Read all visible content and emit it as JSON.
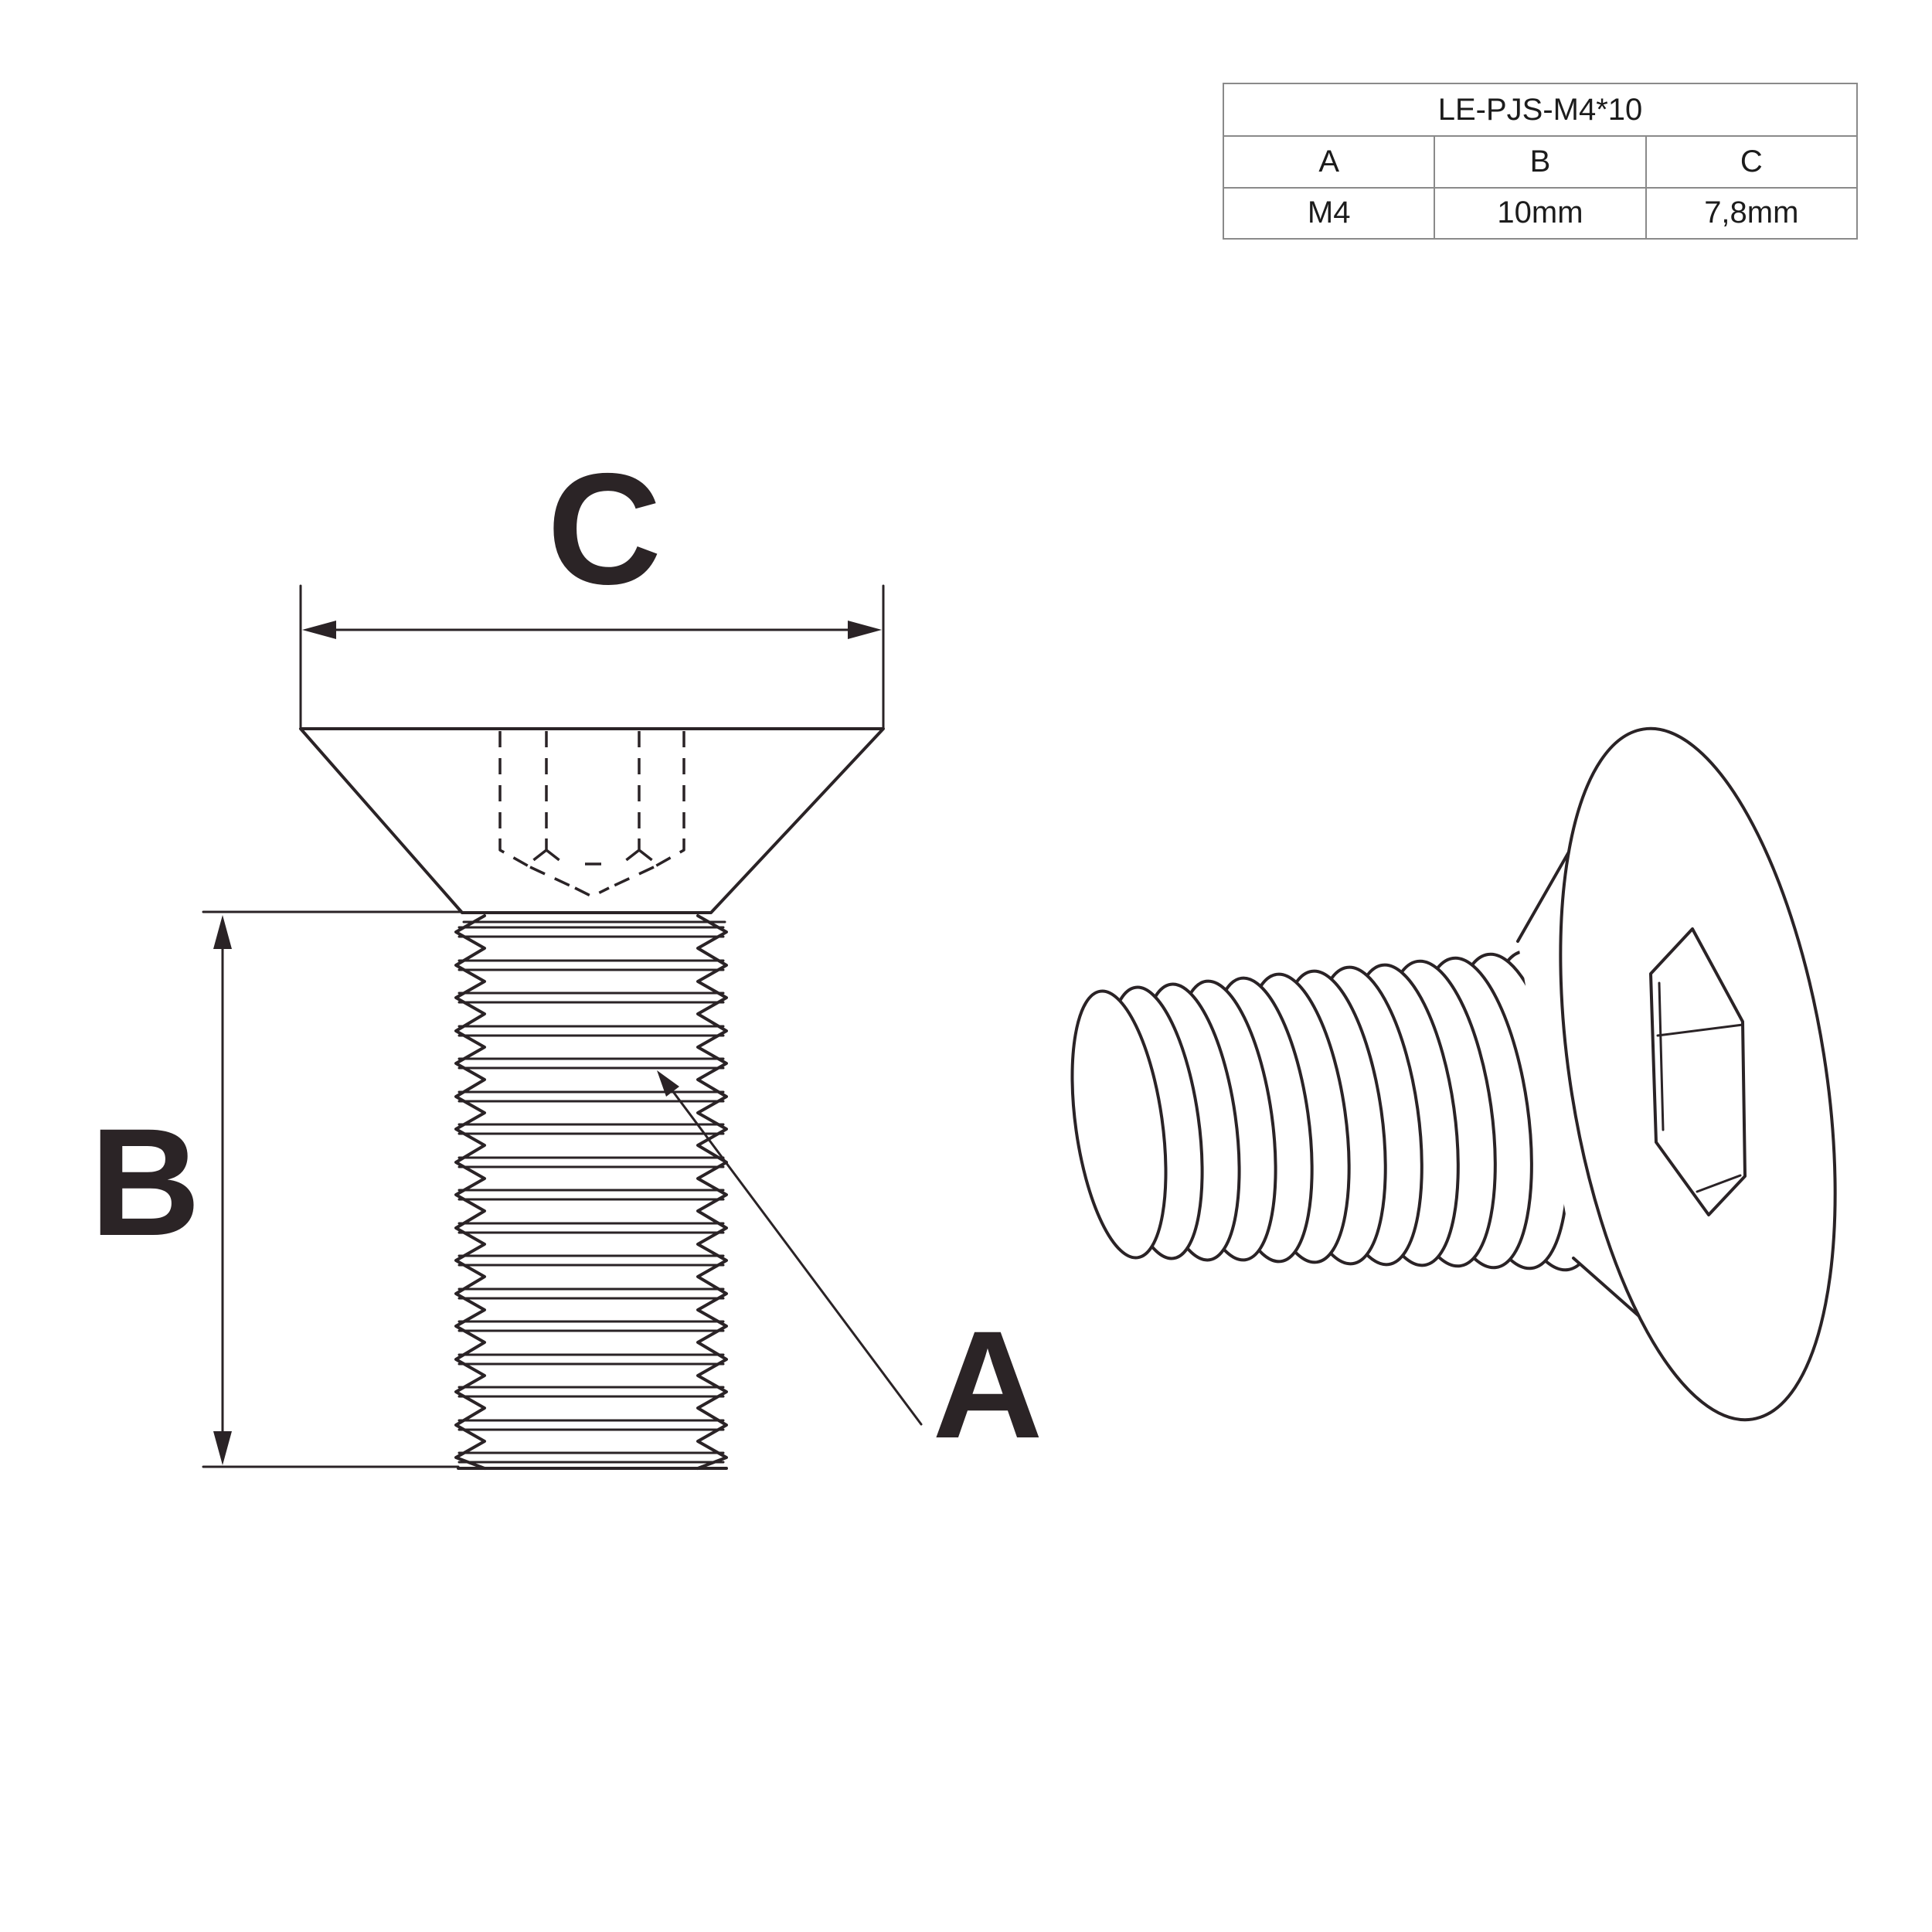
{
  "colors": {
    "background": "#ffffff",
    "drawing_line": "#2a2326",
    "table_border": "#8a8a8a",
    "text": "#1c1c1c"
  },
  "spec_table": {
    "title": "LE-PJS-M4*10",
    "headers": [
      "A",
      "B",
      "C"
    ],
    "values": [
      "M4",
      "10mm",
      "7,8mm"
    ]
  },
  "front_view": {
    "labels": {
      "head_diameter": "C",
      "thread_length": "B",
      "thread_diameter": "A"
    }
  }
}
